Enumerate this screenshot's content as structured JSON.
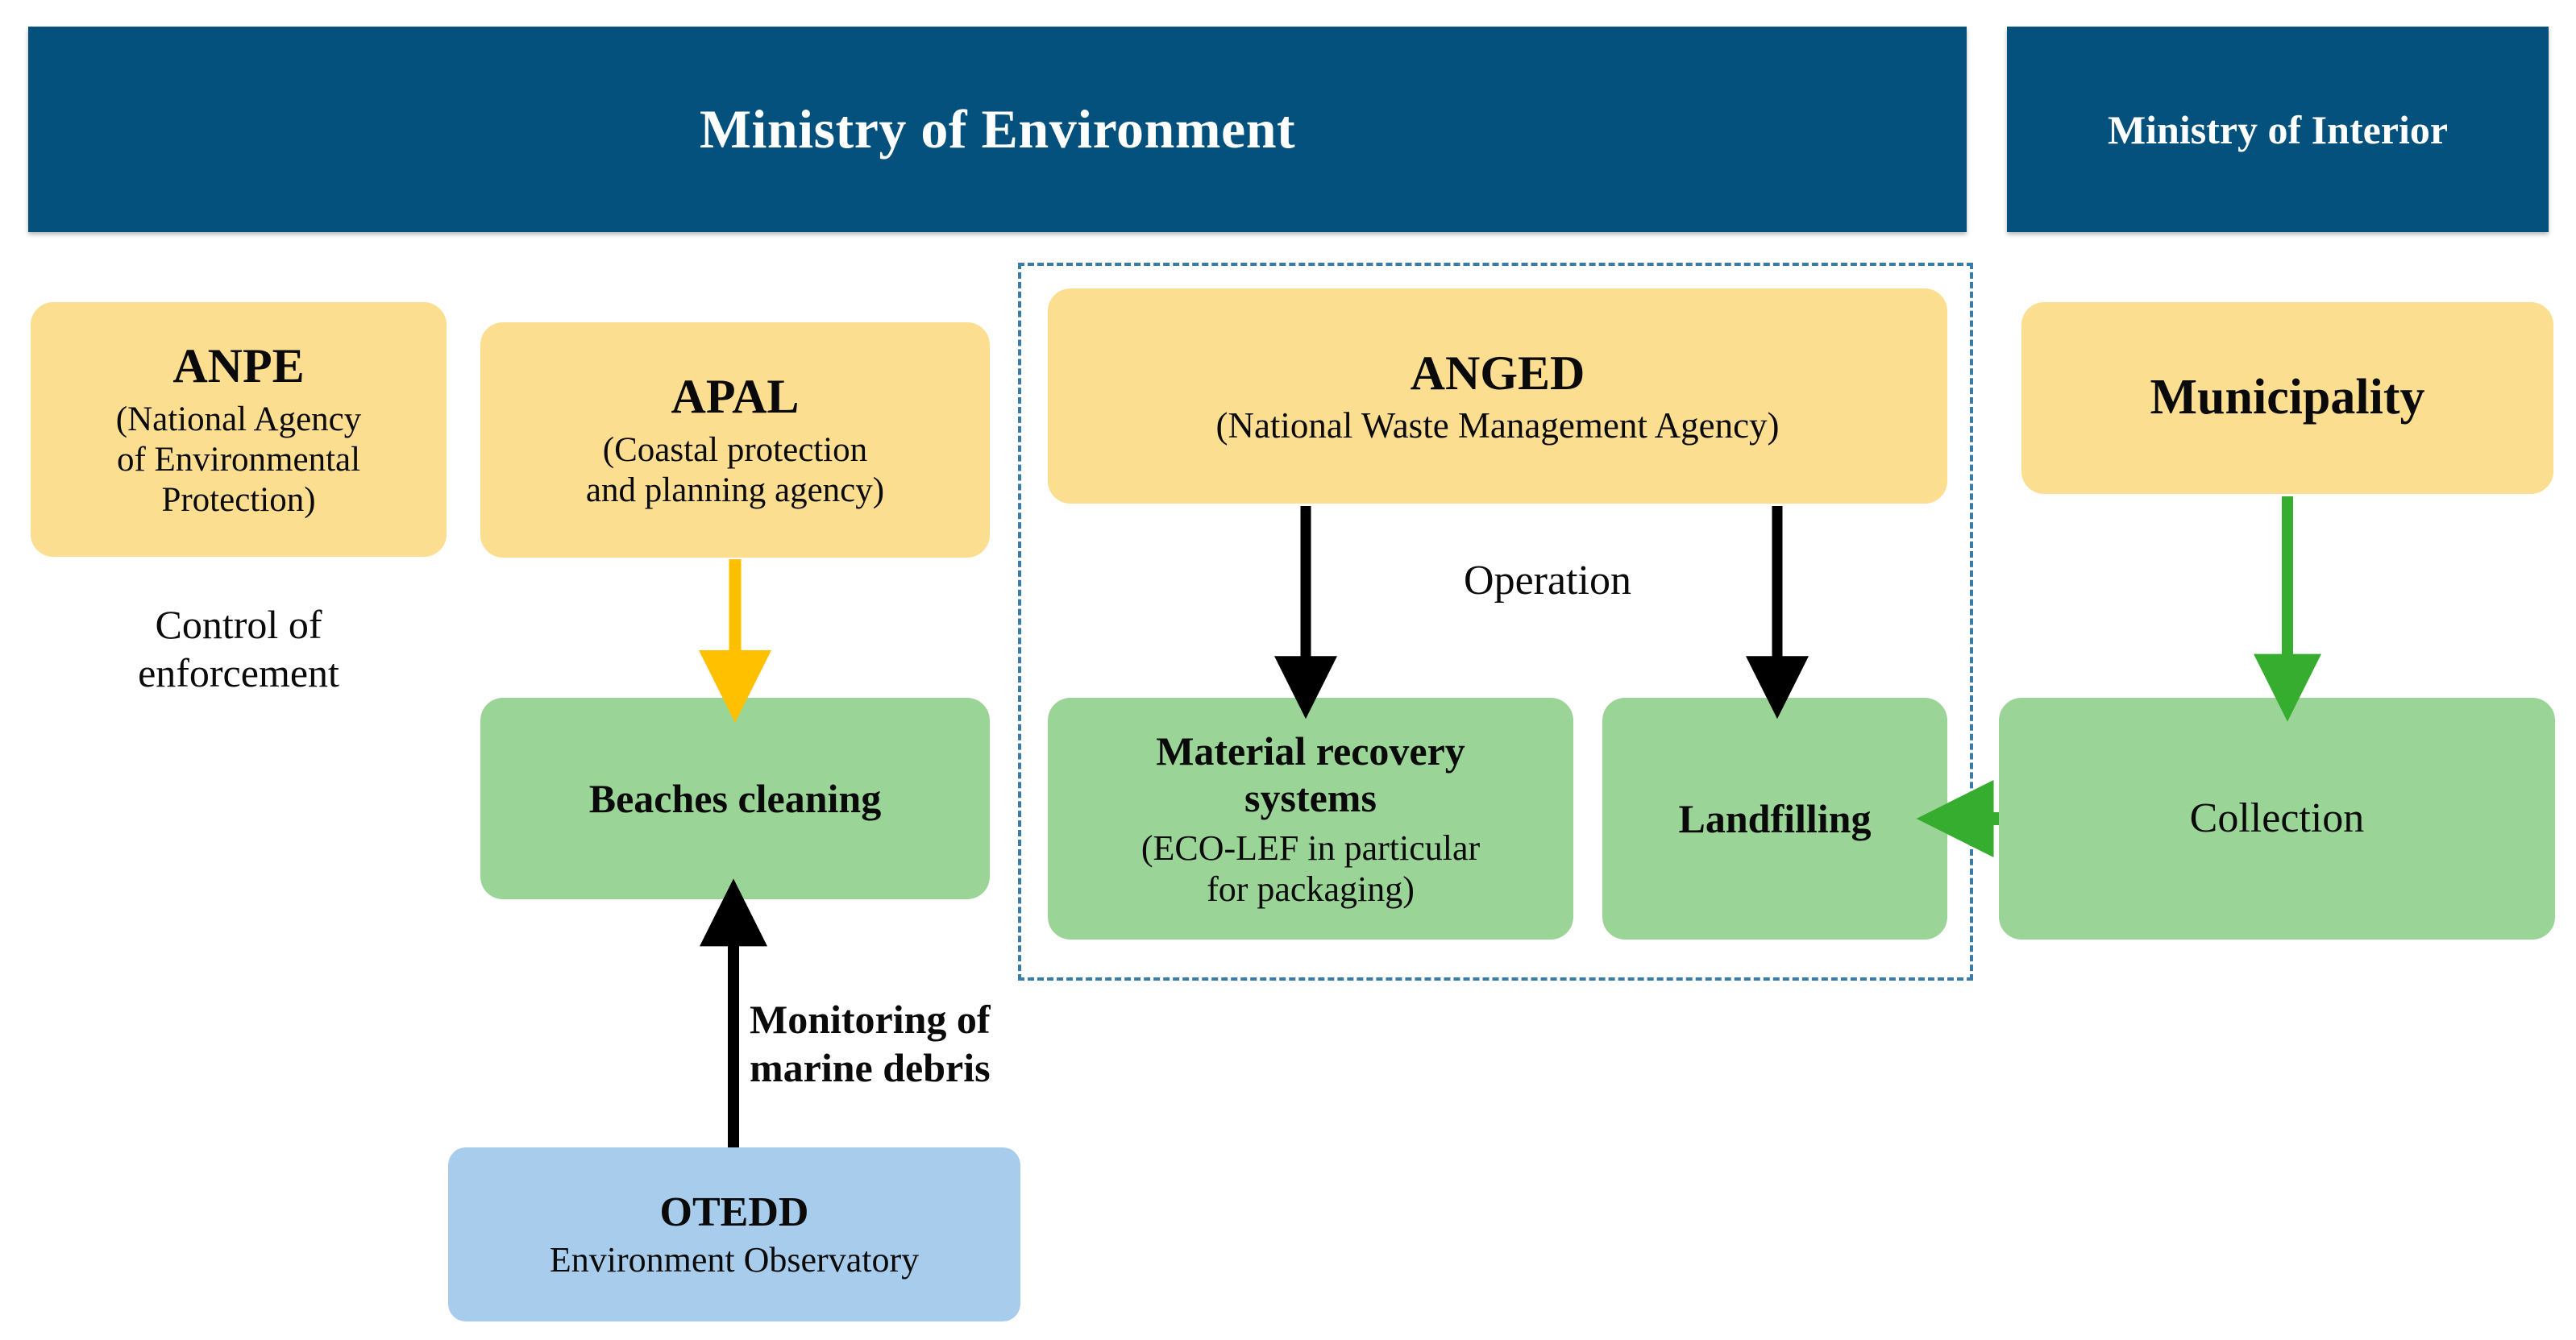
{
  "ministries": [
    {
      "key": "environment",
      "label": "Ministry of Environment"
    },
    {
      "key": "interior",
      "label": "Ministry of Interior"
    }
  ],
  "nodes": {
    "anpe": {
      "title": "ANPE",
      "subtitle": "(National Agency\nof Environmental\nProtection)"
    },
    "apal": {
      "title": "APAL",
      "subtitle": "(Coastal protection\nand planning agency)"
    },
    "anged": {
      "title": "ANGED",
      "subtitle": "(National Waste Management Agency)"
    },
    "municipality": {
      "title": "Municipality",
      "subtitle": ""
    },
    "beaches": {
      "title": "Beaches cleaning",
      "subtitle": ""
    },
    "material": {
      "title": "Material recovery\nsystems",
      "subtitle": "(ECO-LEF in particular\nfor packaging)"
    },
    "landfilling": {
      "title": "Landfilling",
      "subtitle": ""
    },
    "collection": {
      "title": "Collection",
      "subtitle": ""
    },
    "otedd": {
      "title": "OTEDD",
      "subtitle": "Environment Observatory"
    }
  },
  "labels": {
    "control_of_enforcement": "Control of\nenforcement",
    "operation": "Operation",
    "monitoring_of_marine_debris": "Monitoring of\nmarine debris"
  },
  "edges": [
    {
      "name": "apal-to-beaches",
      "from": "apal",
      "to": "beaches",
      "color": "#FFC000",
      "direction": "down"
    },
    {
      "name": "anged-to-material",
      "from": "anged",
      "to": "material",
      "color": "#000000",
      "direction": "down"
    },
    {
      "name": "anged-to-landfilling",
      "from": "anged",
      "to": "landfilling",
      "color": "#000000",
      "direction": "down"
    },
    {
      "name": "otedd-to-beaches",
      "from": "otedd",
      "to": "beaches",
      "color": "#000000",
      "direction": "up"
    },
    {
      "name": "municipality-to-collection",
      "from": "municipality",
      "to": "collection",
      "color": "#36AD2F",
      "direction": "down"
    },
    {
      "name": "collection-to-landfilling",
      "from": "collection",
      "to": "landfilling",
      "color": "#36AD2F",
      "direction": "left"
    }
  ],
  "colors": {
    "ministry_bar": "#04517E",
    "agency_box": "#FBDE90",
    "process_box": "#9BD497",
    "observatory_box": "#A8CCEC",
    "dashed_boundary": "#3A7CA8",
    "arrow_gold": "#FFC000",
    "arrow_green": "#36AD2F",
    "arrow_black": "#000000",
    "text": "#0A0A0A",
    "background": "#FFFFFF"
  }
}
